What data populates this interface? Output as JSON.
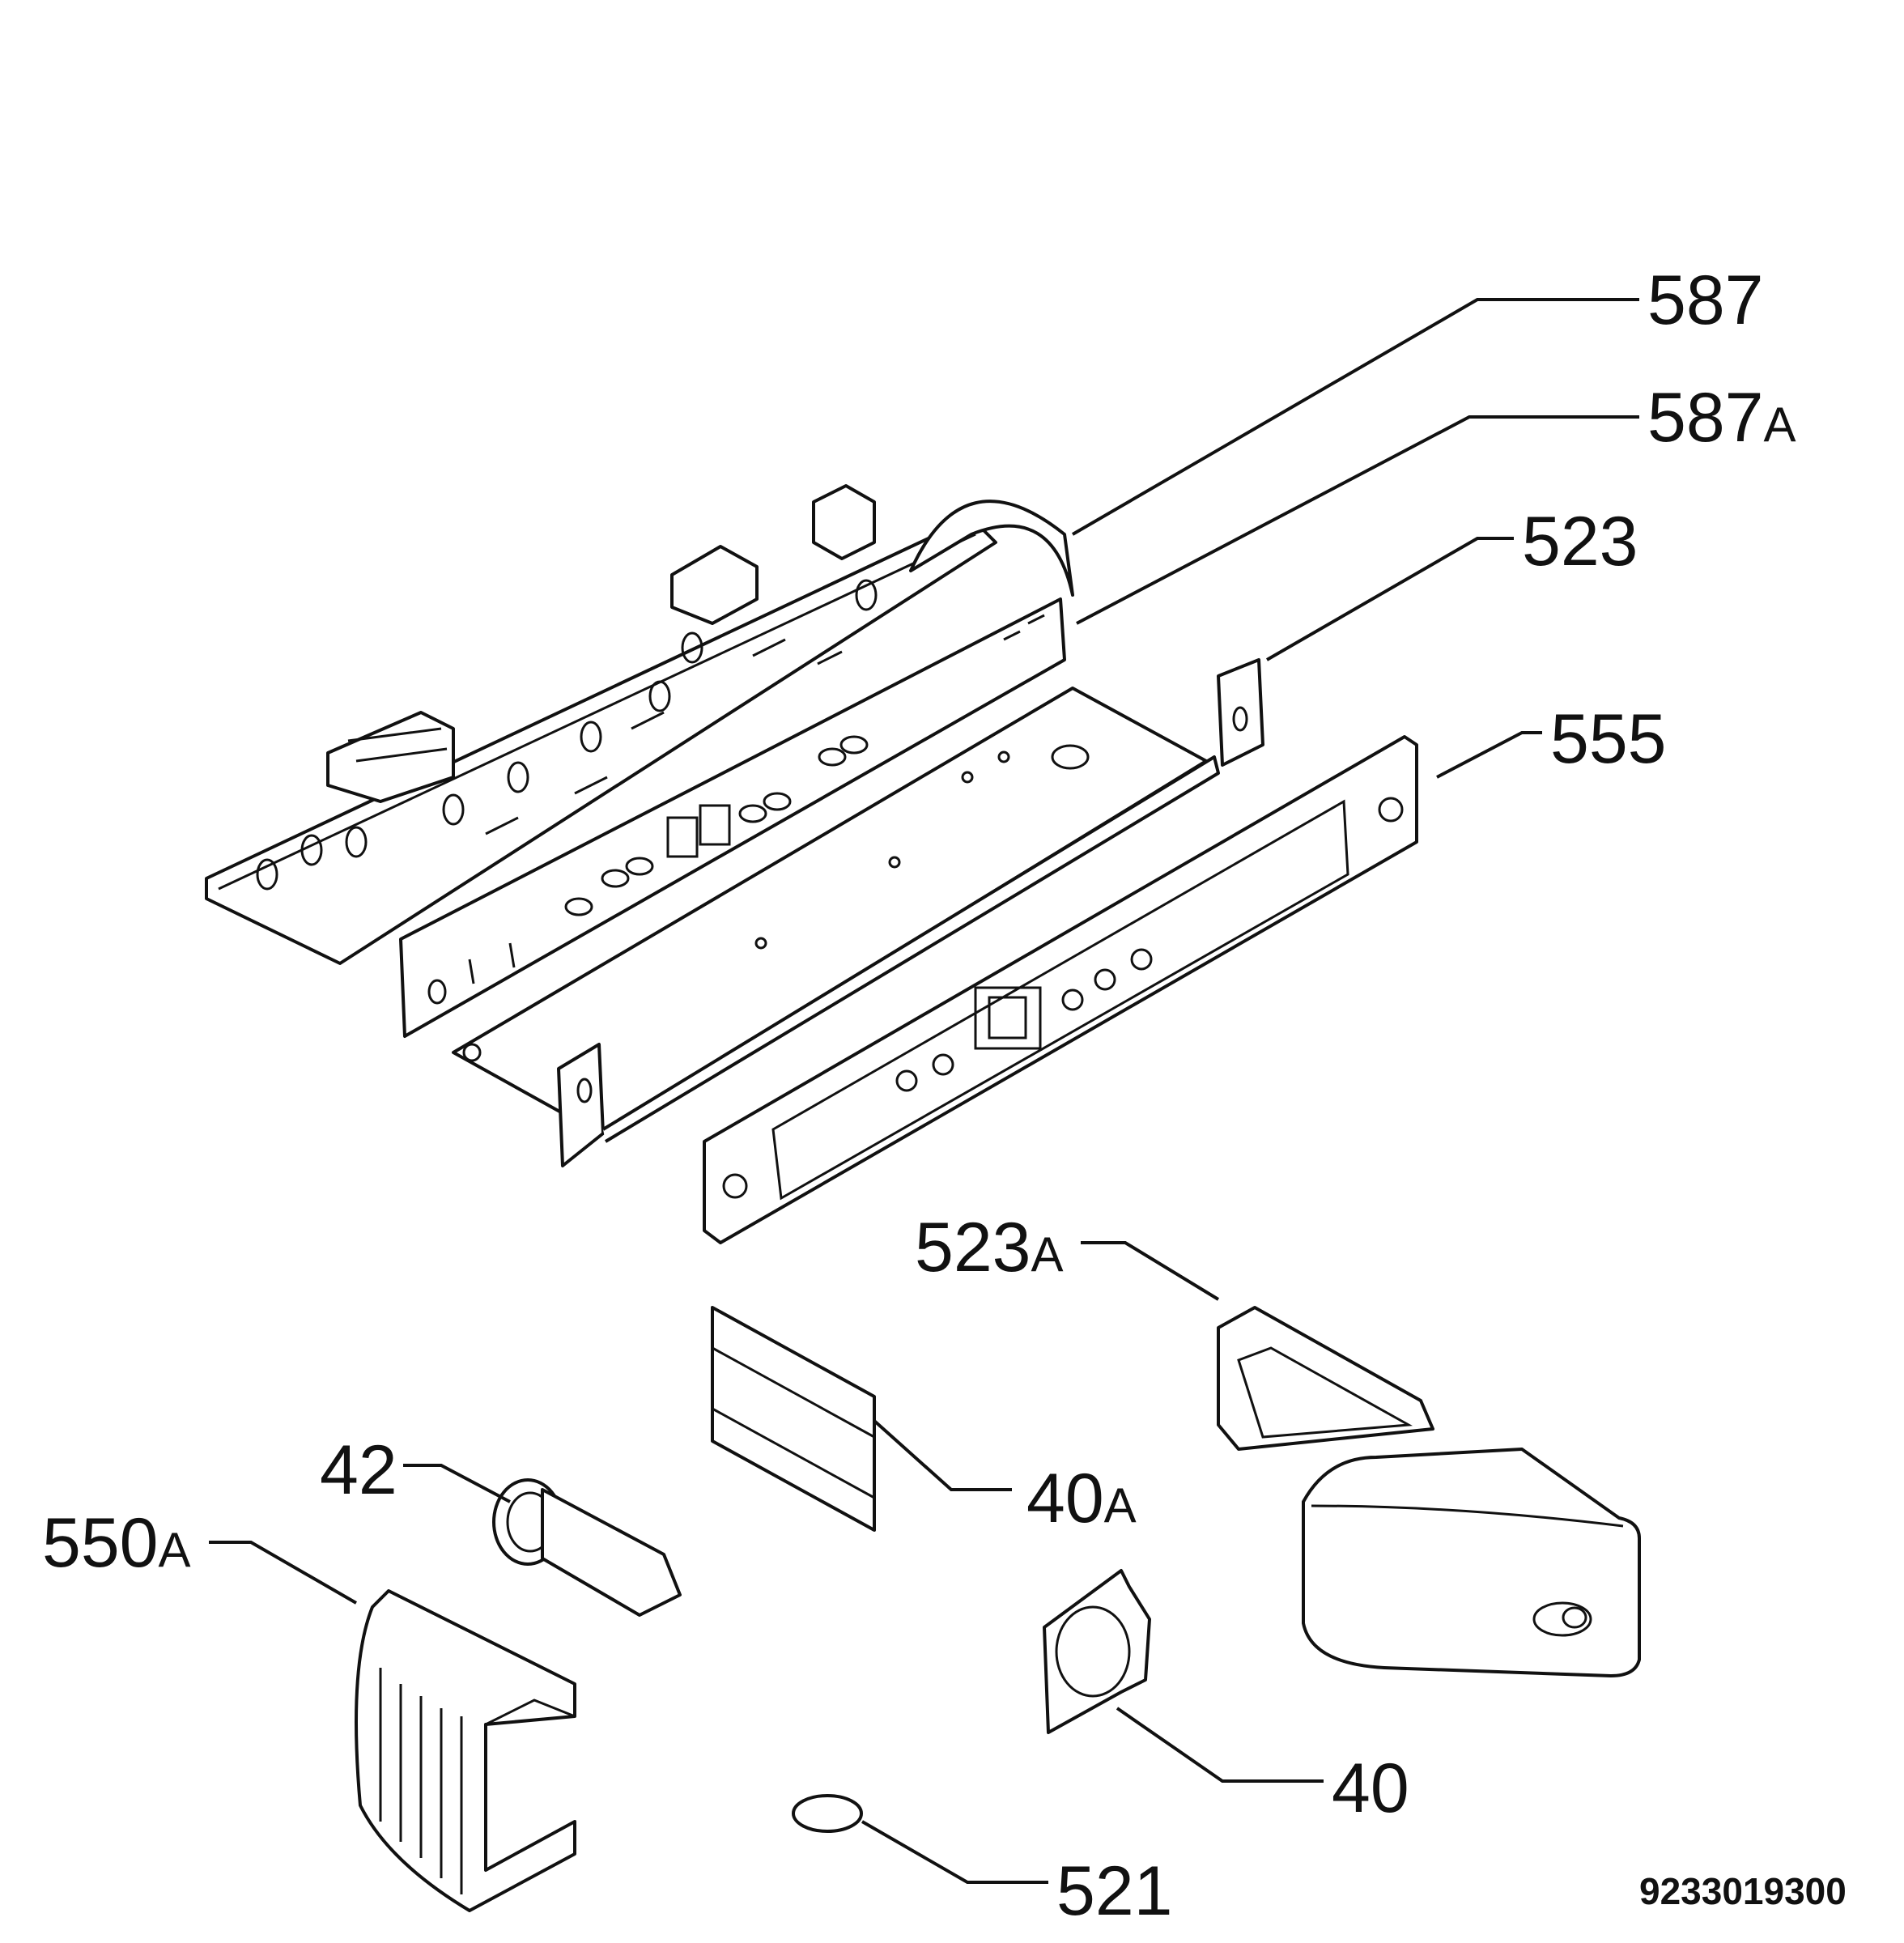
{
  "diagram": {
    "callouts": [
      {
        "id": "587",
        "num": "587",
        "suffix": ""
      },
      {
        "id": "587a",
        "num": "587",
        "suffix": "A"
      },
      {
        "id": "523",
        "num": "523",
        "suffix": ""
      },
      {
        "id": "555",
        "num": "555",
        "suffix": ""
      },
      {
        "id": "523a",
        "num": "523",
        "suffix": "A"
      },
      {
        "id": "42",
        "num": "42",
        "suffix": ""
      },
      {
        "id": "40a",
        "num": "40",
        "suffix": "A"
      },
      {
        "id": "550a",
        "num": "550",
        "suffix": "A"
      },
      {
        "id": "40",
        "num": "40",
        "suffix": ""
      },
      {
        "id": "521",
        "num": "521",
        "suffix": ""
      }
    ],
    "drawing_number": "9233019300"
  }
}
